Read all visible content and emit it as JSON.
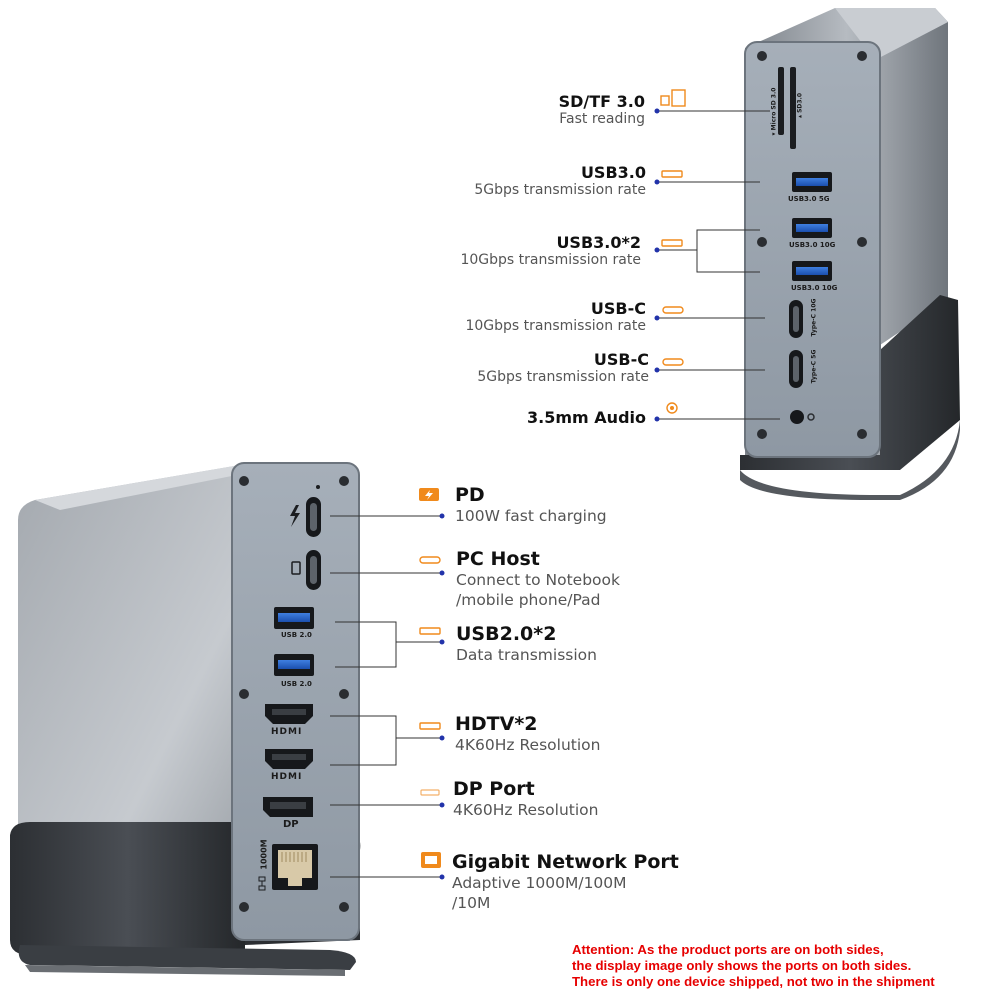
{
  "top_device": {
    "ports": [
      {
        "name": "SD/TF 3.0",
        "desc": "Fast reading"
      },
      {
        "name": "USB3.0",
        "desc": "5Gbps transmission rate"
      },
      {
        "name": "USB3.0*2",
        "desc": "10Gbps transmission rate"
      },
      {
        "name": "USB-C",
        "desc": "10Gbps transmission rate"
      },
      {
        "name": "USB-C",
        "desc": "5Gbps transmission rate"
      },
      {
        "name": "3.5mm Audio",
        "desc": ""
      }
    ],
    "silk": {
      "micro_sd": "▾ Micro SD 3.0",
      "sd": "▴ SD3.0",
      "usb_5g": "USB3.0 5G",
      "usb_10g_a": "USB3.0 10G",
      "usb_10g_b": "USB3.0 10G",
      "typec_10g": "Type-C 10G",
      "typec_5g": "Type-C 5G"
    }
  },
  "bottom_device": {
    "ports": [
      {
        "name": "PD",
        "desc": "100W fast charging"
      },
      {
        "name": "PC Host",
        "desc": "Connect to Notebook",
        "desc2": "/mobile phone/Pad"
      },
      {
        "name": "USB2.0*2",
        "desc": "Data transmission"
      },
      {
        "name": "HDTV*2",
        "desc": "4K60Hz Resolution"
      },
      {
        "name": "DP Port",
        "desc": "4K60Hz Resolution"
      },
      {
        "name": "Gigabit Network Port",
        "desc": "Adaptive 1000M/100M",
        "desc2": "/10M"
      }
    ],
    "silk": {
      "usb20_a": "USB 2.0",
      "usb20_b": "USB 2.0",
      "hdmi_a": "HDMI",
      "hdmi_b": "HDMI",
      "dp": "DP",
      "lan": "1000M"
    }
  },
  "attention": [
    "Attention: As the product ports are on both sides,",
    "the display image only shows the ports on both sides.",
    "There is only one device shipped, not two in the shipment"
  ],
  "colors": {
    "label_icon": "#f08a1c",
    "leader": "#333333",
    "dot": "#2233aa",
    "device_body": "#8a8f96",
    "panel": "#9ba4ae",
    "attention": "#e60000"
  }
}
